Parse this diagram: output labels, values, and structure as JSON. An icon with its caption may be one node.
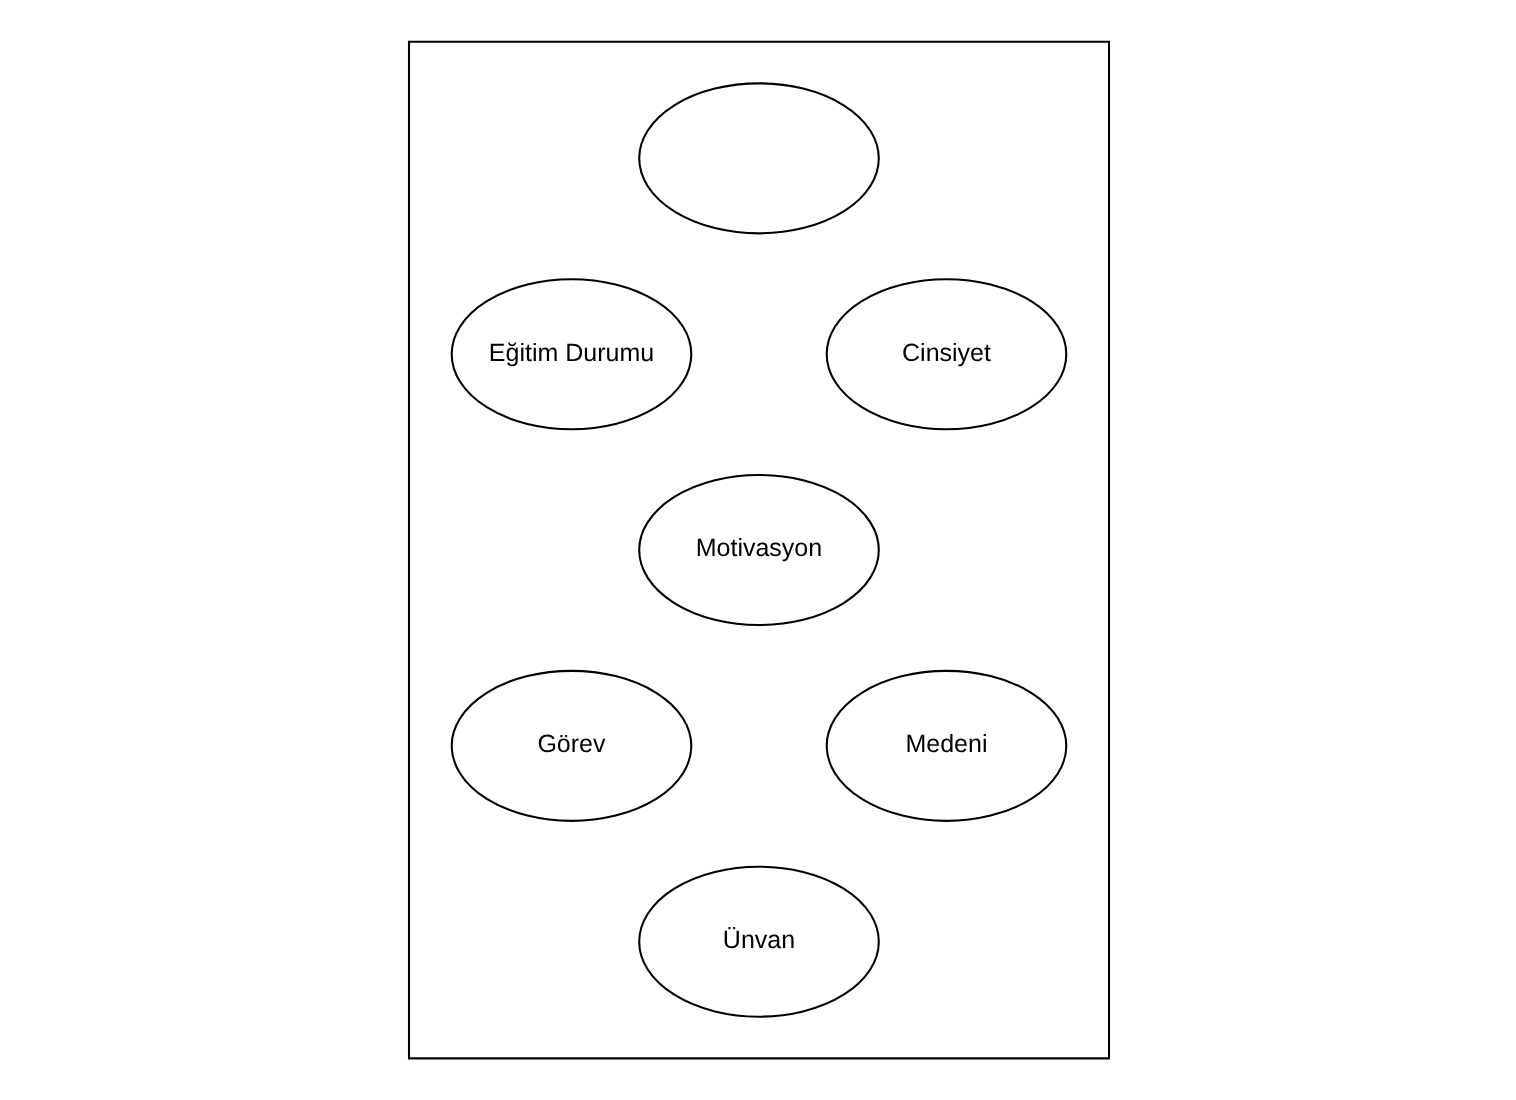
{
  "diagram": {
    "nodes": [
      {
        "text": [],
        "shape": "box"
      },
      {
        "text": [],
        "shape": "ellipse",
        "in": 0
      },
      {
        "text": [
          "Eğitim Durumu"
        ],
        "in": 0
      },
      {
        "text": [
          "Cinsiyet"
        ],
        "in": 0
      },
      {
        "text": [
          "Motivasyon"
        ],
        "in": 0
      },
      {
        "text": [
          "Görev"
        ],
        "in": 0
      },
      {
        "text": [
          "Medeni"
        ],
        "in": 0
      },
      {
        "text": [
          "Ünvan"
        ],
        "in": 0
      }
    ]
  }
}
